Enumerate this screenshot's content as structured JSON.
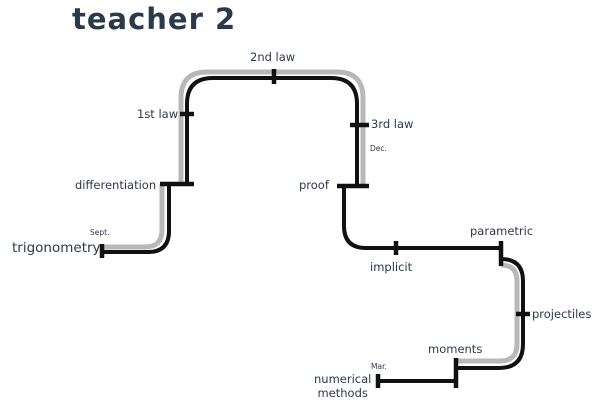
{
  "title": "teacher 2",
  "topics": {
    "trigonometry": "trigonometry",
    "differentiation": "differentiation",
    "first_law": "1st law",
    "second_law": "2nd law",
    "third_law": "3rd law",
    "proof": "proof",
    "implicit": "implicit",
    "parametric": "parametric",
    "projectiles": "projectiles",
    "moments": "moments",
    "numerical_line1": "numerical",
    "numerical_line2": "methods"
  },
  "months": {
    "sept": "Sept.",
    "dec": "Dec.",
    "mar": "Mar."
  },
  "colors": {
    "track_dark": "#111111",
    "track_shadow": "#b8b8b8",
    "text": "#2b3a4a"
  }
}
